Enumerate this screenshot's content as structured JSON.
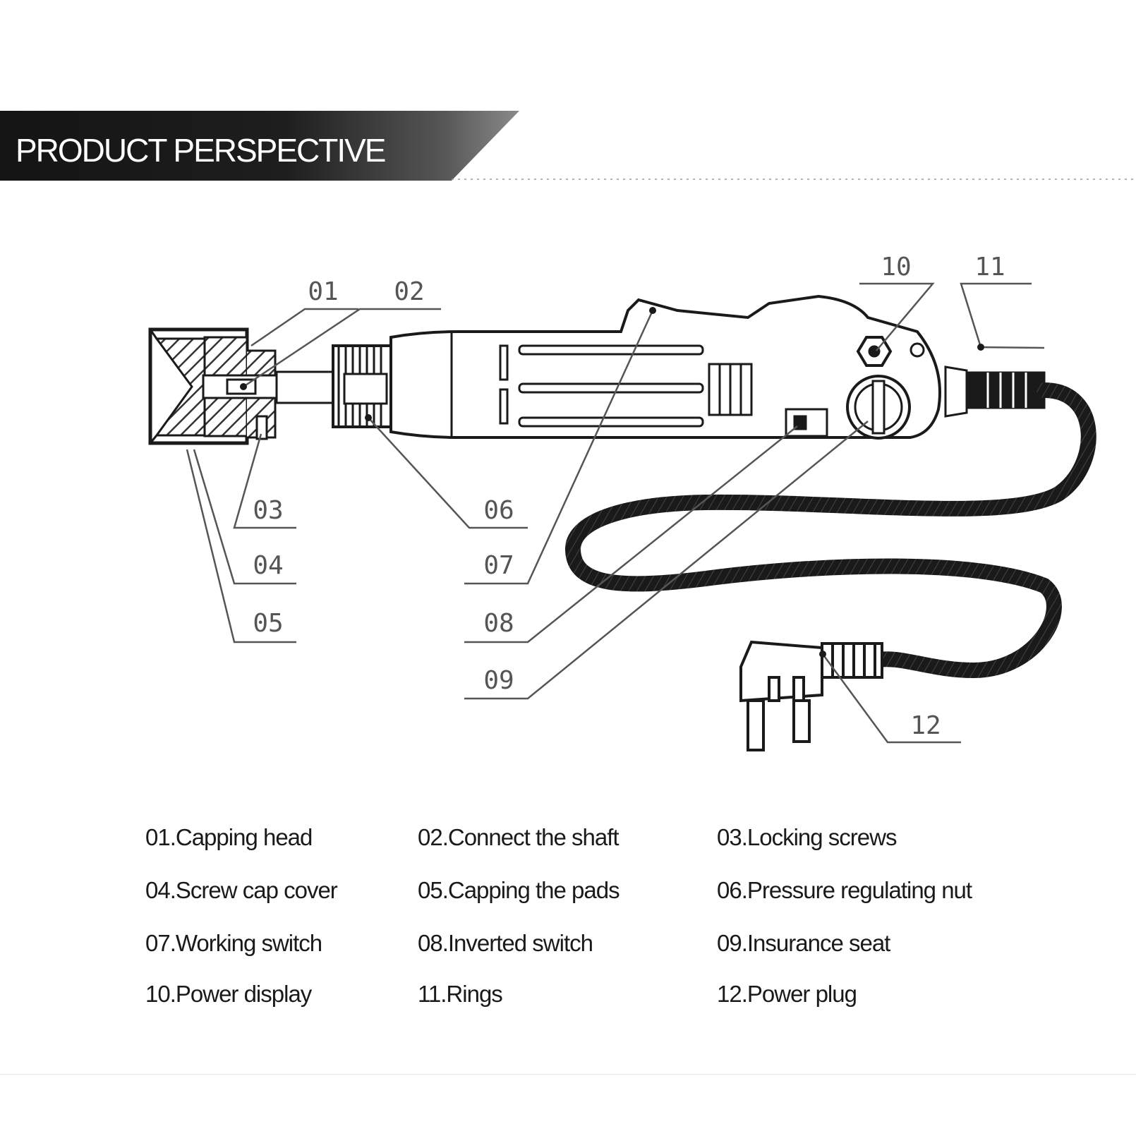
{
  "header": {
    "title": "PRODUCT PERSPECTIVE"
  },
  "callouts": [
    "01",
    "02",
    "03",
    "04",
    "05",
    "06",
    "07",
    "08",
    "09",
    "10",
    "11",
    "12"
  ],
  "legend": [
    "01.Capping head",
    "02.Connect the shaft",
    "03.Locking screws",
    "04.Screw cap cover",
    "05.Capping the pads",
    "06.Pressure regulating nut",
    "07.Working switch",
    "08.Inverted switch",
    "09.Insurance seat",
    "10.Power display",
    "11.Rings",
    "12.Power plug"
  ],
  "colors": {
    "banner": "#141414",
    "ink": "#1a1a1a",
    "callout": "#555555"
  }
}
